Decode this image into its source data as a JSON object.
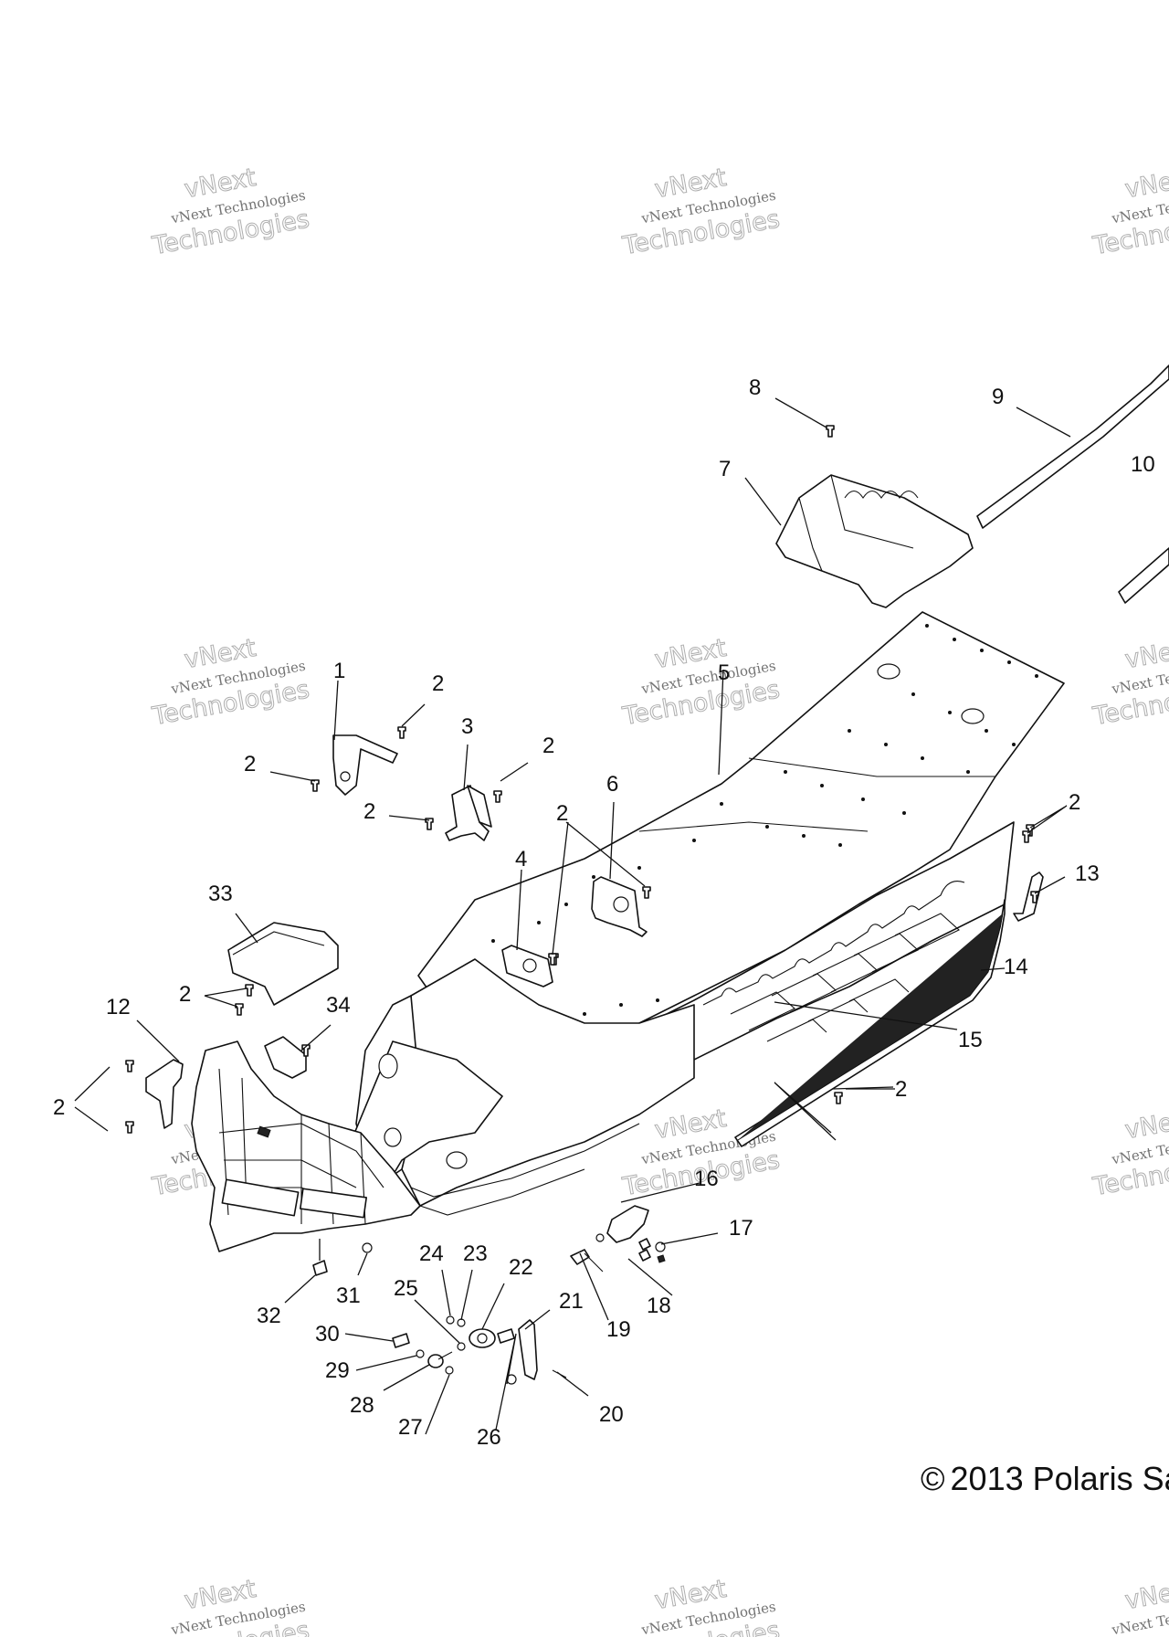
{
  "diagram": {
    "callouts": [
      "1",
      "2",
      "3",
      "4",
      "5",
      "6",
      "7",
      "8",
      "9",
      "10",
      "12",
      "13",
      "14",
      "15",
      "16",
      "17",
      "18",
      "19",
      "20",
      "21",
      "22",
      "23",
      "24",
      "25",
      "26",
      "27",
      "28",
      "29",
      "30",
      "31",
      "32",
      "33",
      "34"
    ],
    "watermark": {
      "line1": "vNext Technologies",
      "line2": "vNext",
      "line3": "Technologies"
    },
    "copyright": {
      "symbol": "©",
      "text": "2013 Polaris Sa"
    }
  }
}
